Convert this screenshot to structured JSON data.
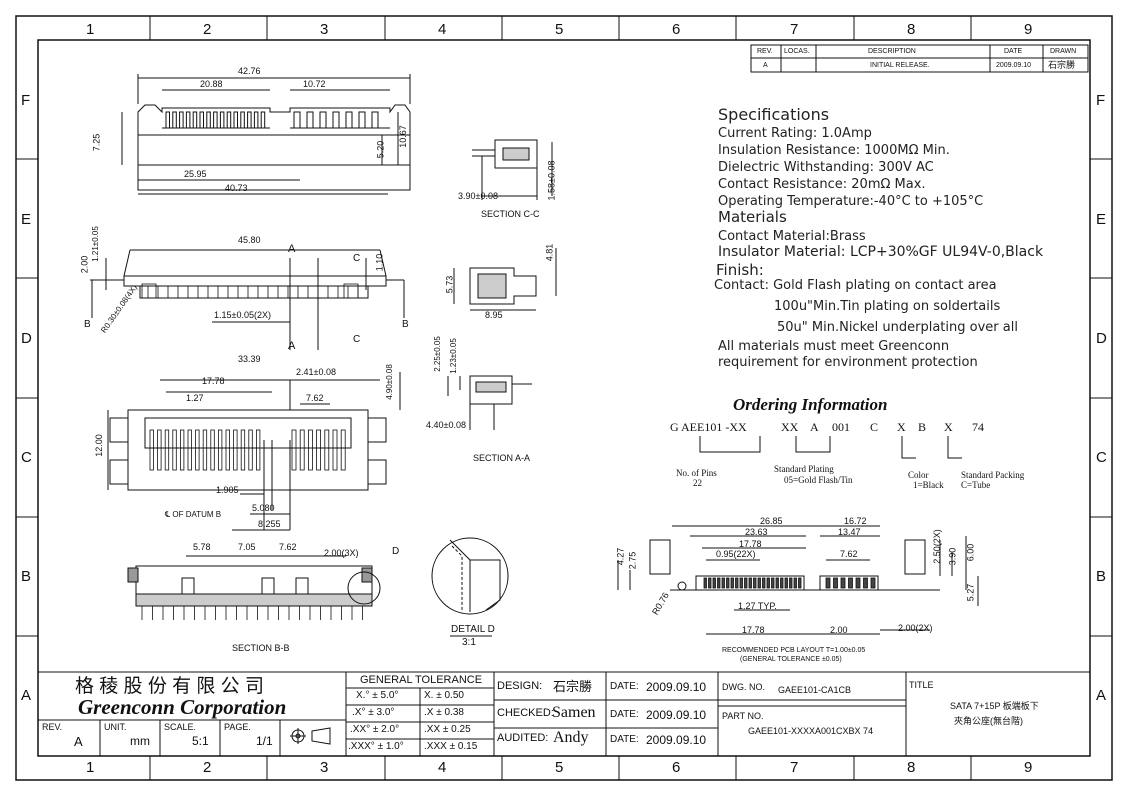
{
  "grid": {
    "columns": [
      "1",
      "2",
      "3",
      "4",
      "5",
      "6",
      "7",
      "8",
      "9"
    ],
    "rows": [
      "F",
      "E",
      "D",
      "C",
      "B",
      "A"
    ]
  },
  "revision_table": {
    "headers": [
      "REV.",
      "LOCAS.",
      "DESCRIPTION",
      "DATE",
      "DRAWN"
    ],
    "row": [
      "A",
      "",
      "INITIAL RELEASE.",
      "2009.09.10",
      "石宗勝"
    ]
  },
  "specifications": {
    "heading": "Specifications",
    "lines": [
      "Current Rating: 1.0Amp",
      "Insulation Resistance: 1000MΩ Min.",
      "Dielectric Withstanding: 300V AC",
      "Contact Resistance: 20mΩ Max.",
      "Operating Temperature:-40°C to +105°C"
    ],
    "materials_heading": "Materials",
    "materials": [
      "Contact Material:Brass",
      "Insulator Material: LCP+30%GF UL94V-0,Black"
    ],
    "finish_heading": "Finish:",
    "finish": [
      "Contact: Gold Flash plating on contact area",
      "100u\"Min.Tin plating on soldertails",
      "50u\" Min.Nickel underplating over all"
    ],
    "notes": [
      "All materials must meet Greenconn",
      "requirement for environment protection"
    ]
  },
  "ordering": {
    "title": "Ordering Information",
    "code": [
      "G AEE101 -XX",
      "XX",
      "A",
      "001",
      "C",
      "X",
      "B",
      "X",
      "74"
    ],
    "pins_label": "No. of Pins",
    "pins_value": "22",
    "plating_label": "Standard Plating",
    "plating_value": "05=Gold Flash/Tin",
    "color_label": "Color",
    "color_value": "1=Black",
    "packing_label": "Standard Packing",
    "packing_value": "C=Tube"
  },
  "dims": {
    "top": [
      "42.76",
      "20.88",
      "10.72",
      "7.25",
      "5.20",
      "10.67",
      "25.95",
      "40.73"
    ],
    "front": [
      "45.80",
      "2.00",
      "1.21±0.05",
      "1.10",
      "1.15±0.05(2X)",
      "R0.30±0.08(4X)",
      "A",
      "A",
      "B",
      "B",
      "C",
      "C"
    ],
    "section_cc": [
      "3.90±0.08",
      "1.58±0.08",
      "SECTION C-C"
    ],
    "side": [
      "5.73",
      "4.81",
      "8.95"
    ],
    "section_aa": [
      "2.25±0.05",
      "1.23±0.05",
      "4.40±0.08",
      "SECTION A-A"
    ],
    "bottom": [
      "33.39",
      "17.78",
      "2.41±0.08",
      "1.27",
      "7.62",
      "4.90±0.08",
      "12.00",
      "1.905",
      "5.080",
      "8.255",
      "℄ OF DATUM B"
    ],
    "section_bb": [
      "5.78",
      "7.05",
      "7.62",
      "2.00(3X)",
      "D",
      "SECTION B-B"
    ],
    "detail": [
      "DETAIL D",
      "3:1"
    ],
    "pcb": [
      "26.85",
      "16.72",
      "23.63",
      "13.47",
      "17.78",
      "0.95(22X)",
      "7.62",
      "4.27",
      "2.75",
      "2.50(2X)",
      "3.90",
      "6.00",
      "5.27",
      "R0.76",
      "1.27 TYP.",
      "17.78",
      "2.00",
      "2.00(2X)"
    ],
    "pcb_note1": "RECOMMENDED PCB LAYOUT T=1.00±0.05",
    "pcb_note2": "(GENERAL TOLERANCE ±0.05)"
  },
  "title_block": {
    "company_cn": "格 稜 股 份 有 限 公 司",
    "company_en": "Greenconn Corporation",
    "rev_label": "REV.",
    "rev_value": "A",
    "unit_label": "UNIT.",
    "unit_value": "mm",
    "scale_label": "SCALE.",
    "scale_value": "5:1",
    "page_label": "PAGE.",
    "page_value": "1/1",
    "tolerance_heading": "GENERAL TOLERANCE",
    "tolerances": [
      [
        "X.° ± 5.0°",
        "X. ± 0.50"
      ],
      [
        ".X° ± 3.0°",
        ".X ± 0.38"
      ],
      [
        ".XX° ± 2.0°",
        ".XX ± 0.25"
      ],
      [
        ".XXX° ± 1.0°",
        ".XXX ± 0.15"
      ]
    ],
    "design_label": "DESIGN:",
    "design_value": "石宗勝",
    "checked_label": "CHECKED:",
    "checked_value": "Samen",
    "audited_label": "AUDITED:",
    "audited_value": "Andy",
    "date_label": "DATE:",
    "date1": "2009.09.10",
    "date2": "2009.09.10",
    "date3": "2009.09.10",
    "dwg_label": "DWG. NO.",
    "dwg_value": "GAEE101-CA1CB",
    "part_label": "PART NO.",
    "part_value": "GAEE101-XXXXA001CXBX 74",
    "title_label": "TITLE",
    "title_line1": "SATA 7+15P 板端板下",
    "title_line2": "夾角公座(無台階)"
  }
}
